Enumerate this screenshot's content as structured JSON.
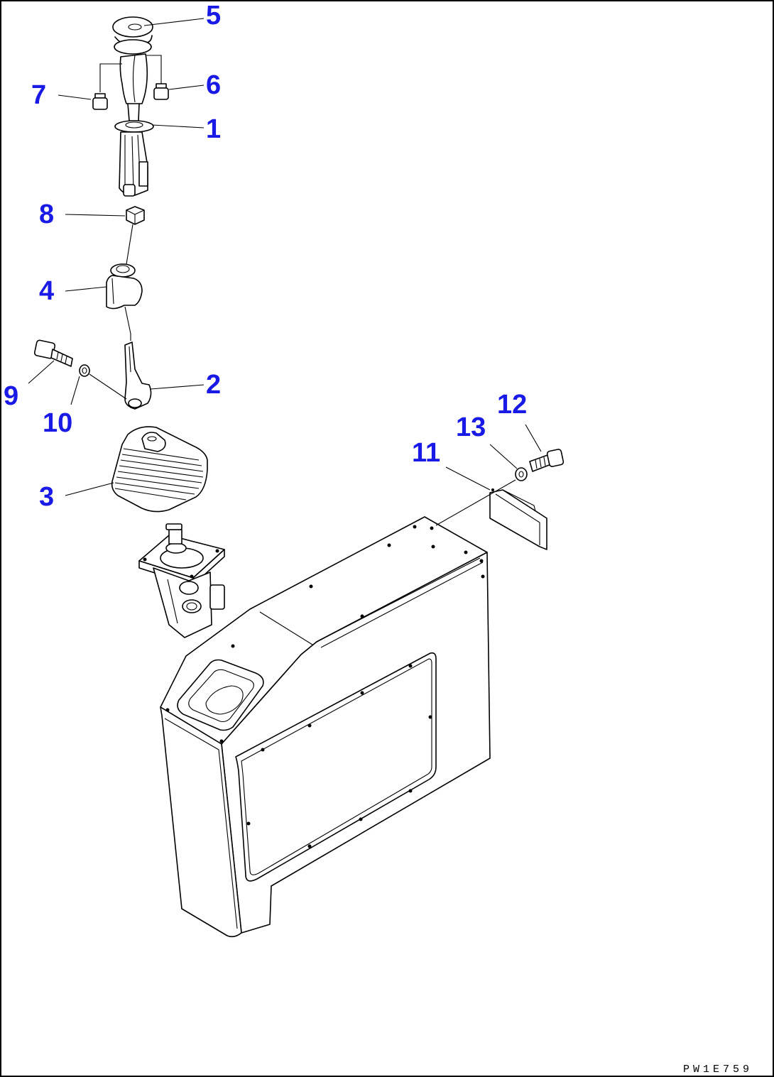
{
  "diagram": {
    "drawing_code": "PW1E759",
    "callouts": [
      {
        "id": "5",
        "label": "5"
      },
      {
        "id": "7",
        "label": "7"
      },
      {
        "id": "6",
        "label": "6"
      },
      {
        "id": "1",
        "label": "1"
      },
      {
        "id": "8",
        "label": "8"
      },
      {
        "id": "4",
        "label": "4"
      },
      {
        "id": "9",
        "label": "9"
      },
      {
        "id": "2",
        "label": "2"
      },
      {
        "id": "10",
        "label": "10"
      },
      {
        "id": "12",
        "label": "12"
      },
      {
        "id": "13",
        "label": "13"
      },
      {
        "id": "11",
        "label": "11"
      },
      {
        "id": "3",
        "label": "3"
      }
    ],
    "colors": {
      "callout": "#1a1ae6",
      "line": "#000000",
      "background": "#ffffff"
    }
  }
}
